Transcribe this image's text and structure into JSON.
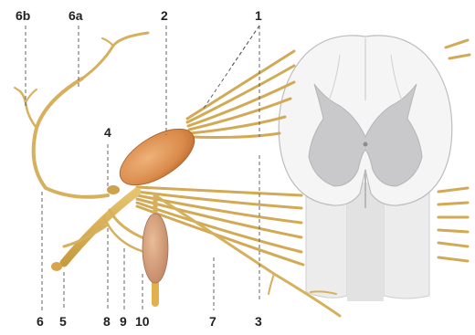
{
  "labels": {
    "l6b": "6b",
    "l6a": "6a",
    "l2": "2",
    "l1": "1",
    "l4": "4",
    "l6": "6",
    "l5": "5",
    "l8": "8",
    "l9": "9",
    "l10": "10",
    "l7": "7",
    "l3": "3"
  },
  "colors": {
    "nerve": "#d9b25a",
    "nerve_dark": "#b58a35",
    "ganglion": "#d98a4a",
    "sympathetic_ganglion": "#cf9a72",
    "white_matter": "#f4f4f4",
    "grey_matter": "#c9c9cb",
    "leader_line": "#555555"
  }
}
